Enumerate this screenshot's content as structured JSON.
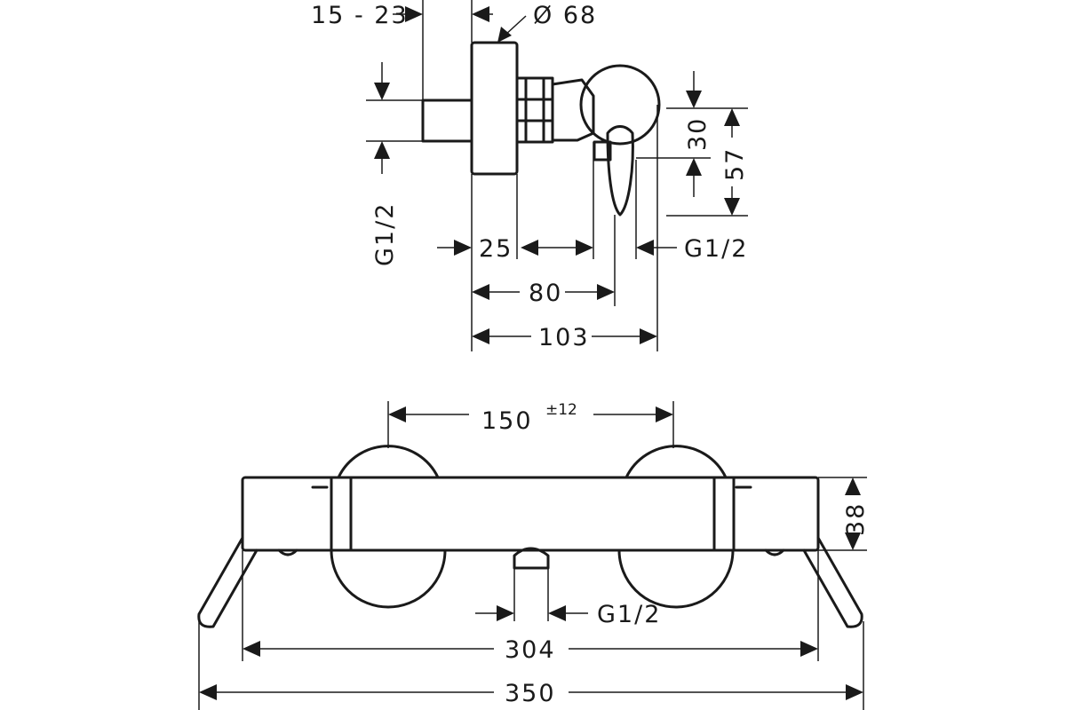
{
  "side_view": {
    "label_inlet_offset": "15 - 23",
    "label_diameter": "Ø 68",
    "label_inlet_thread": "G1/2",
    "label_25": "25",
    "label_80": "80",
    "label_103": "103",
    "label_30": "30",
    "label_57": "57",
    "label_outlet_thread": "G1/2"
  },
  "front_view": {
    "label_centers": "150",
    "label_tolerance": "±12",
    "label_height": "38",
    "label_outlet_thread": "G1/2",
    "label_304": "304",
    "label_350": "350"
  },
  "colors": {
    "line": "#1a1a1a",
    "background": "#ffffff"
  }
}
